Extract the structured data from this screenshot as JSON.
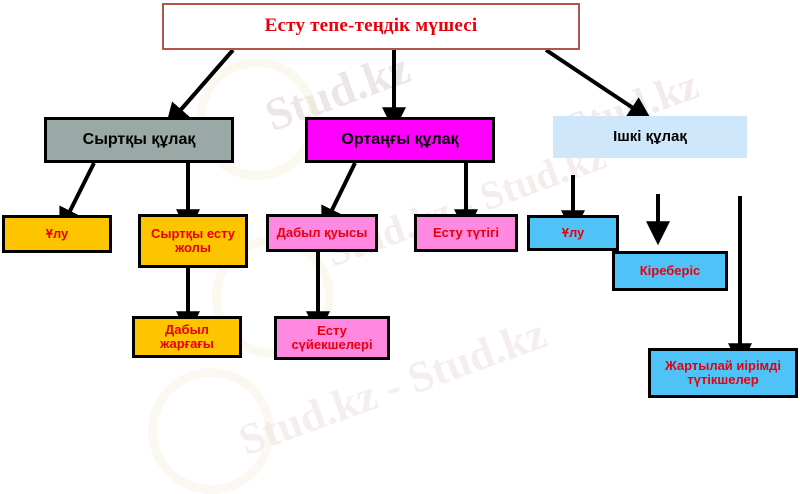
{
  "diagram": {
    "title_text": "Есту тепе-теңдік мүшесі",
    "watermark_text": "Stud.kz",
    "watermark_text_long": "Stud.kz - Stud.kz",
    "colors": {
      "title_border": "#b4554b",
      "title_text": "#e8000d",
      "outer_ear_fill": "#9aa8a6",
      "middle_ear_fill": "#ff00ff",
      "inner_ear_fill": "#cfe7fa",
      "gold_fill": "#ffc400",
      "pink_fill": "#ff88e0",
      "sky_fill": "#4fc3f7",
      "label_red": "#e8000d",
      "stroke": "#000000"
    },
    "levels": {
      "root": {
        "label": "Есту тепе-теңдік мүшесі"
      },
      "branches": [
        {
          "key": "outer",
          "label": "Сыртқы құлақ"
        },
        {
          "key": "middle",
          "label": "Ортаңғы құлақ"
        },
        {
          "key": "inner",
          "label": "Ішкі құлақ"
        }
      ],
      "outer_children": [
        {
          "label": "Ұлу"
        },
        {
          "label": "Сыртқы есту жолы"
        }
      ],
      "outer_grandchildren": [
        {
          "label": "Дабыл жарғағы"
        }
      ],
      "middle_children": [
        {
          "label": "Дабыл қуысы"
        },
        {
          "label": "Есту түтігі"
        }
      ],
      "middle_grandchildren": [
        {
          "label": "Есту сүйекшелері"
        }
      ],
      "inner_children": [
        {
          "label": "Ұлу"
        },
        {
          "label": "Кіреберіс"
        }
      ],
      "inner_grandchildren": [
        {
          "label": "Жартылай иірімді түтікшелер"
        }
      ]
    }
  }
}
